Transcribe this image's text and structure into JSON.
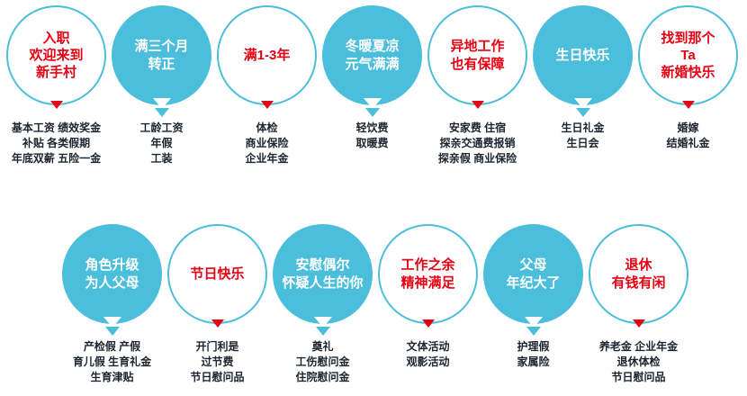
{
  "colors": {
    "blue": "#4BBEDB",
    "red": "#E60012",
    "text": "#1C2430"
  },
  "rows": [
    {
      "items": [
        {
          "title": "入职\n欢迎来到\n新手村",
          "benefits": "基本工资 绩效奖金\n补贴 各类假期\n年底双薪 五险一金"
        },
        {
          "title": "满三个月\n转正",
          "benefits": "工龄工资\n年假\n工装"
        },
        {
          "title": "满1-3年",
          "benefits": "体检\n商业保险\n企业年金"
        },
        {
          "title": "冬暖夏凉\n元气满满",
          "benefits": "轻饮费\n取暖费"
        },
        {
          "title": "异地工作\n也有保障",
          "benefits": "安家费 住宿\n探亲交通费报销\n探亲假 商业保险"
        },
        {
          "title": "生日快乐",
          "benefits": "生日礼金\n生日会"
        },
        {
          "title": "找到那个\nTa\n新婚快乐",
          "benefits": "婚嫁\n结婚礼金"
        }
      ]
    },
    {
      "items": [
        {
          "title": "角色升级\n为人父母",
          "benefits": "产检假 产假\n育儿假 生育礼金\n生育津贴"
        },
        {
          "title": "节日快乐",
          "benefits": "开门利是\n过节费\n节日慰问品"
        },
        {
          "title": "安慰偶尔\n怀疑人生的你",
          "benefits": "奠礼\n工伤慰问金\n住院慰问金"
        },
        {
          "title": "工作之余\n精神满足",
          "benefits": "文体活动\n观影活动"
        },
        {
          "title": "父母\n年纪大了",
          "benefits": "护理假\n家属险"
        },
        {
          "title": "退休\n有钱有闲",
          "benefits": "养老金 企业年金\n退休体检\n节日慰问品"
        }
      ]
    }
  ]
}
